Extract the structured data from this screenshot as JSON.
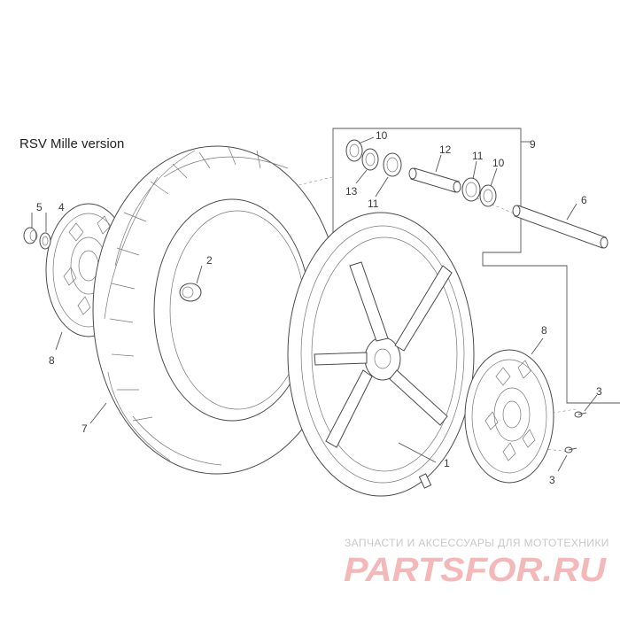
{
  "title": "RSV Mille version",
  "callouts": [
    {
      "id": "c1",
      "text": "1"
    },
    {
      "id": "c2",
      "text": "2"
    },
    {
      "id": "c3a",
      "text": "3"
    },
    {
      "id": "c3b",
      "text": "3"
    },
    {
      "id": "c4",
      "text": "4"
    },
    {
      "id": "c5",
      "text": "5"
    },
    {
      "id": "c6",
      "text": "6"
    },
    {
      "id": "c7",
      "text": "7"
    },
    {
      "id": "c8a",
      "text": "8"
    },
    {
      "id": "c8b",
      "text": "8"
    },
    {
      "id": "c9",
      "text": "9"
    },
    {
      "id": "c10a",
      "text": "10"
    },
    {
      "id": "c10b",
      "text": "10"
    },
    {
      "id": "c11a",
      "text": "11"
    },
    {
      "id": "c11b",
      "text": "11"
    },
    {
      "id": "c12",
      "text": "12"
    },
    {
      "id": "c13",
      "text": "13"
    }
  ],
  "watermark": {
    "subtitle": "ЗАПЧАСТИ И АКСЕССУАРЫ ДЛЯ МОТОТЕХНИКИ",
    "logo": "PARTSFOR.RU",
    "logo_color": "#f4b8b8"
  }
}
